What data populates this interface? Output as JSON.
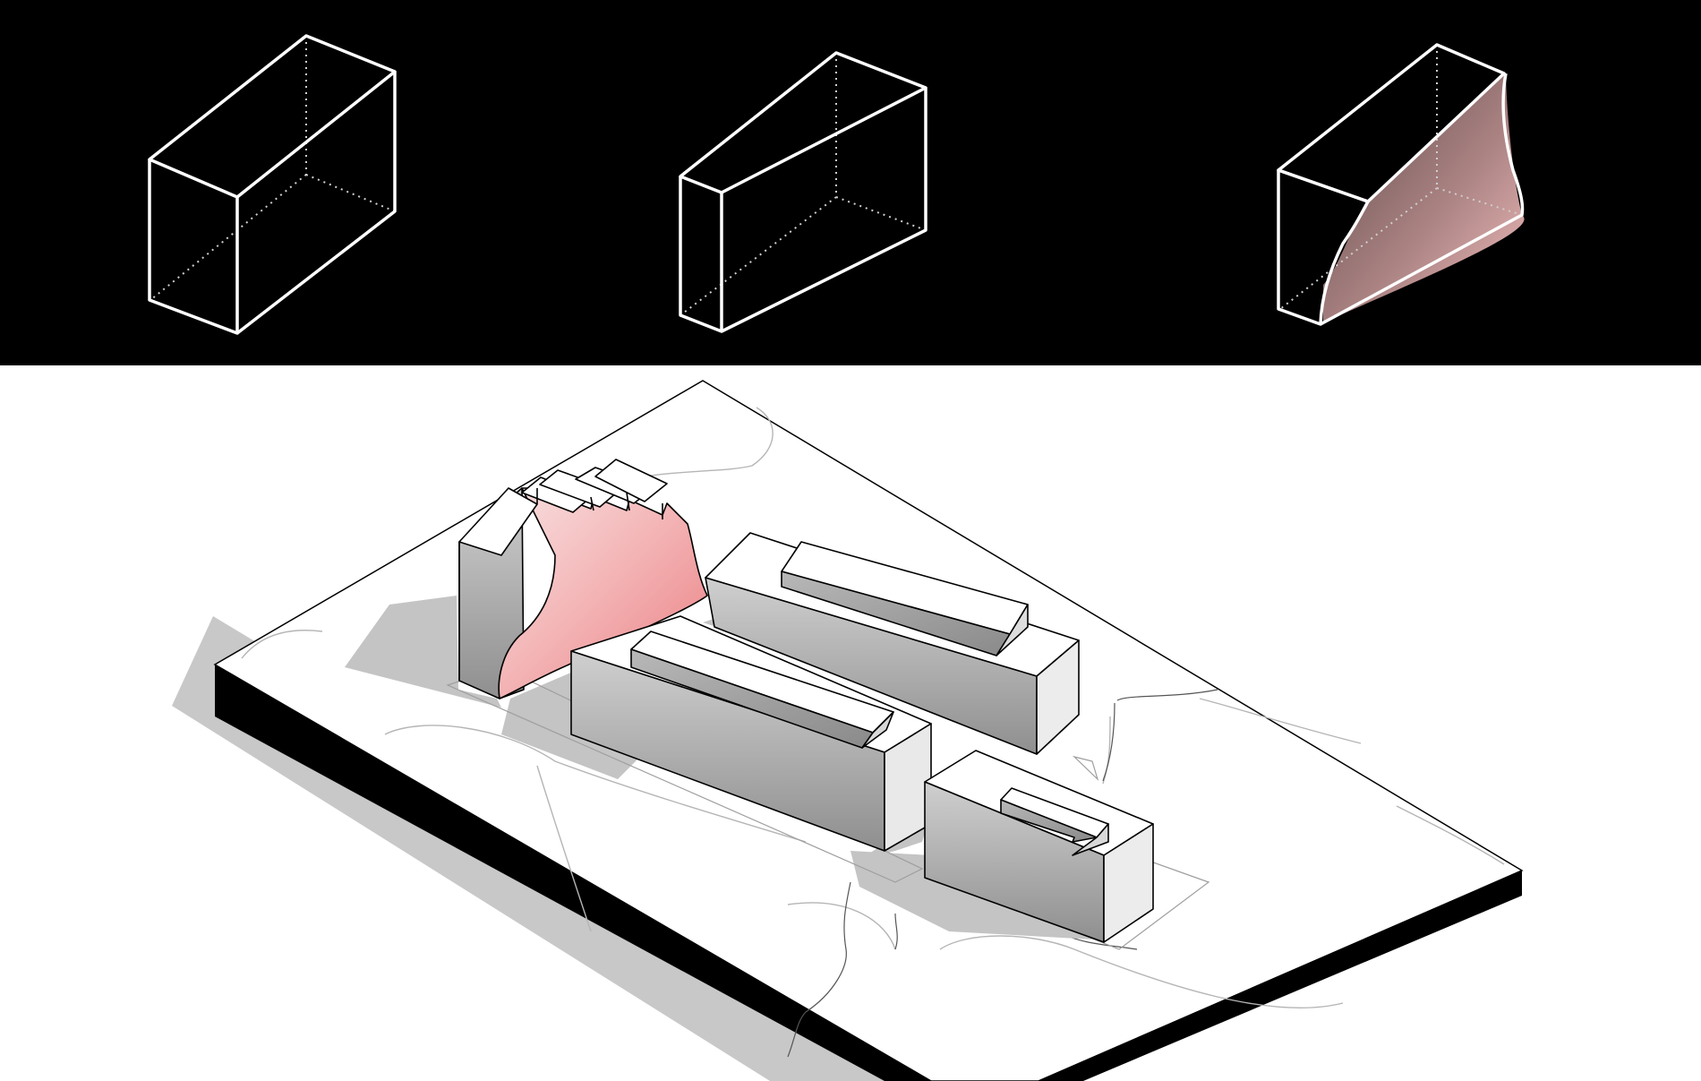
{
  "diagram": {
    "panels": [
      {
        "id": "step-1",
        "shape": "rectangular-box"
      },
      {
        "id": "step-2",
        "shape": "sloped-box"
      },
      {
        "id": "step-3",
        "shape": "curved-cut-box"
      }
    ],
    "buildings": [
      {
        "id": "curved-block",
        "highlight": true
      },
      {
        "id": "rear-block"
      },
      {
        "id": "front-block"
      },
      {
        "id": "small-block"
      }
    ]
  },
  "colors": {
    "top_background": "#000000",
    "outline": "#ffffff",
    "highlight_pink": "#f2b6b8",
    "highlight_dark": "#5a4546",
    "wall_grey": "#9a9a9a",
    "roof_white": "#ffffff",
    "base_black": "#000000",
    "shadow_grey": "#bdbdbd",
    "line_grey": "#b8b8b8"
  }
}
